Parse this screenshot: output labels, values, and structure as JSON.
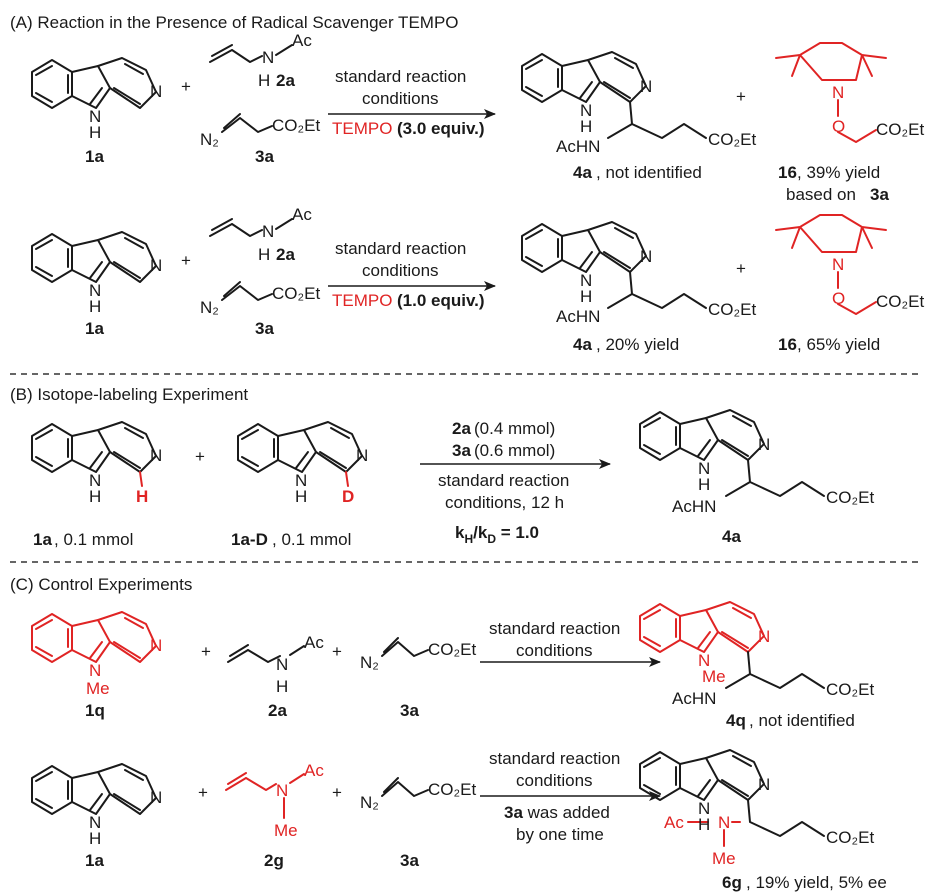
{
  "sections": {
    "a": "(A) Reaction in the Presence of Radical Scavenger TEMPO",
    "b": "(B) Isotope-labeling Experiment",
    "c": "(C) Control Experiments"
  },
  "atoms": {
    "N": "N",
    "H": "H",
    "D": "D",
    "Ac": "Ac",
    "Me": "Me",
    "AcHN": "AcHN",
    "CO2Et": "CO₂Et",
    "N2": "N₂",
    "O": "O",
    "plus": "+",
    "AcN": "Ac"
  },
  "compounds": {
    "c1a": "1a",
    "c2a": "2a",
    "c3a": "3a",
    "c4a": "4a",
    "c16": "16",
    "c1aD": "1a-D",
    "c1q": "1q",
    "c2g": "2g",
    "c4q": "4q",
    "c6g": "6g"
  },
  "row1": {
    "cond1": "standard reaction",
    "cond2": "conditions",
    "tempo": "TEMPO",
    "tempo_equiv": "(3.0 equiv.)",
    "p4a_note": ", not identified",
    "p16_note": ", 39% yield",
    "p16_note2": "based on",
    "p16_note2_ref": "3a"
  },
  "row2": {
    "cond1": "standard reaction",
    "cond2": "conditions",
    "tempo": "TEMPO",
    "tempo_equiv": "(1.0 equiv.)",
    "p4a_note": ", 20% yield",
    "p16_note": ", 65% yield"
  },
  "row3": {
    "amt1": "(0.4 mmol)",
    "amt2": "(0.6 mmol)",
    "cond1": "standard reaction",
    "cond2": "conditions, 12 h",
    "kie_k": "k",
    "kie_H": "H",
    "kie_slash": "/k",
    "kie_D": "D",
    "kie_val": " = 1.0",
    "sm1_note": ", 0.1 mmol",
    "sm2_note": ", 0.1 mmol"
  },
  "row4": {
    "cond1": "standard reaction",
    "cond2": "conditions",
    "p4q_note": ", not identified"
  },
  "row5": {
    "cond1": "standard reaction",
    "cond2": "conditions",
    "cond3_rest": " was added",
    "cond4": "by one time",
    "p6g_note": ", 19% yield, 5% ee"
  },
  "colors": {
    "ink": "#1a1a1a",
    "highlight": "#e02424"
  }
}
